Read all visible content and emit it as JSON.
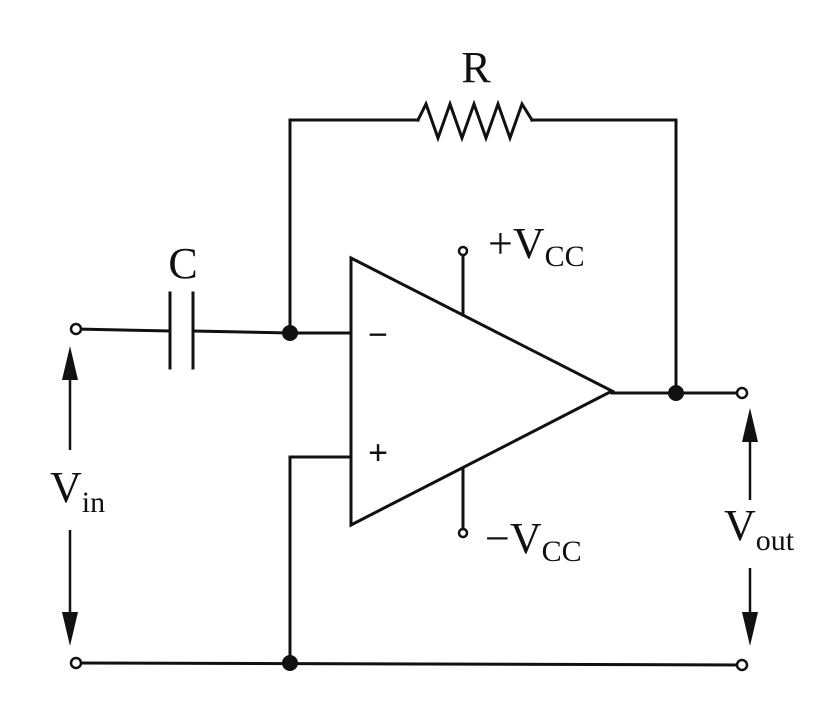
{
  "labels": {
    "resistor": "R",
    "capacitor": "C",
    "inverting_input": "−",
    "noninverting_input": "+",
    "vcc_pos": {
      "prefix": "+V",
      "sub": "CC"
    },
    "vcc_neg": {
      "prefix": "−V",
      "sub": "CC"
    },
    "vin": {
      "main": "V",
      "sub": "in"
    },
    "vout": {
      "main": "V",
      "sub": "out"
    }
  }
}
